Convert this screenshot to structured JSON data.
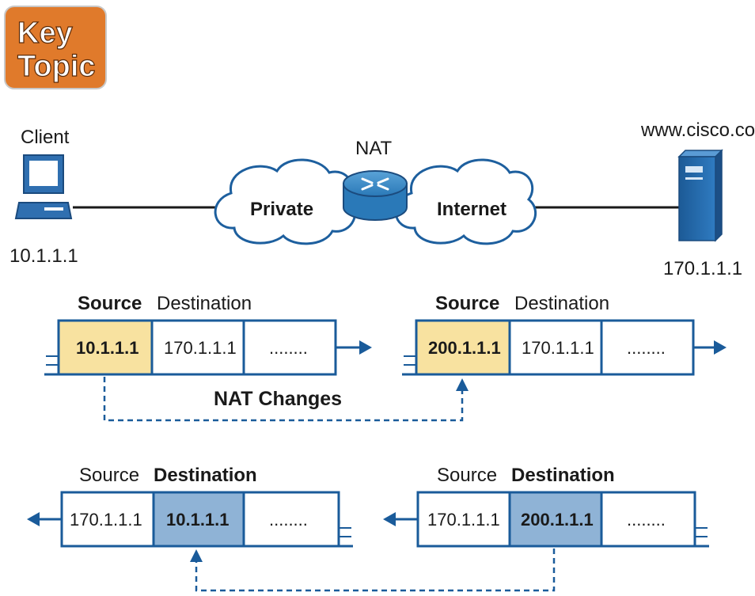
{
  "badge": {
    "line1": "Key",
    "line2": "Topic"
  },
  "network": {
    "client_label": "Client",
    "client_ip": "10.1.1.1",
    "nat_label": "NAT",
    "private_cloud": "Private",
    "internet_cloud": "Internet",
    "server_label": "www.cisco.com",
    "server_ip": "170.1.1.1"
  },
  "packets": {
    "out_before": {
      "source_header": "Source",
      "dest_header": "Destination",
      "source": "10.1.1.1",
      "dest": "170.1.1.1",
      "data": "........"
    },
    "out_after": {
      "source_header": "Source",
      "dest_header": "Destination",
      "source": "200.1.1.1",
      "dest": "170.1.1.1",
      "data": "........"
    },
    "ret_after": {
      "source_header": "Source",
      "dest_header": "Destination",
      "source": "170.1.1.1",
      "dest": "10.1.1.1",
      "data": "........"
    },
    "ret_before": {
      "source_header": "Source",
      "dest_header": "Destination",
      "source": "170.1.1.1",
      "dest": "200.1.1.1",
      "data": "........"
    }
  },
  "nat_changes_label": "NAT Changes",
  "colors": {
    "badge": "#e07a2b",
    "yellow": "#f8e2a0",
    "blue_cell": "#8fb3d6",
    "line_blue": "#1a5b9a",
    "cloud_stroke": "#1d5f9e",
    "router": "#2a79b8",
    "device": "#2f6fb0"
  }
}
